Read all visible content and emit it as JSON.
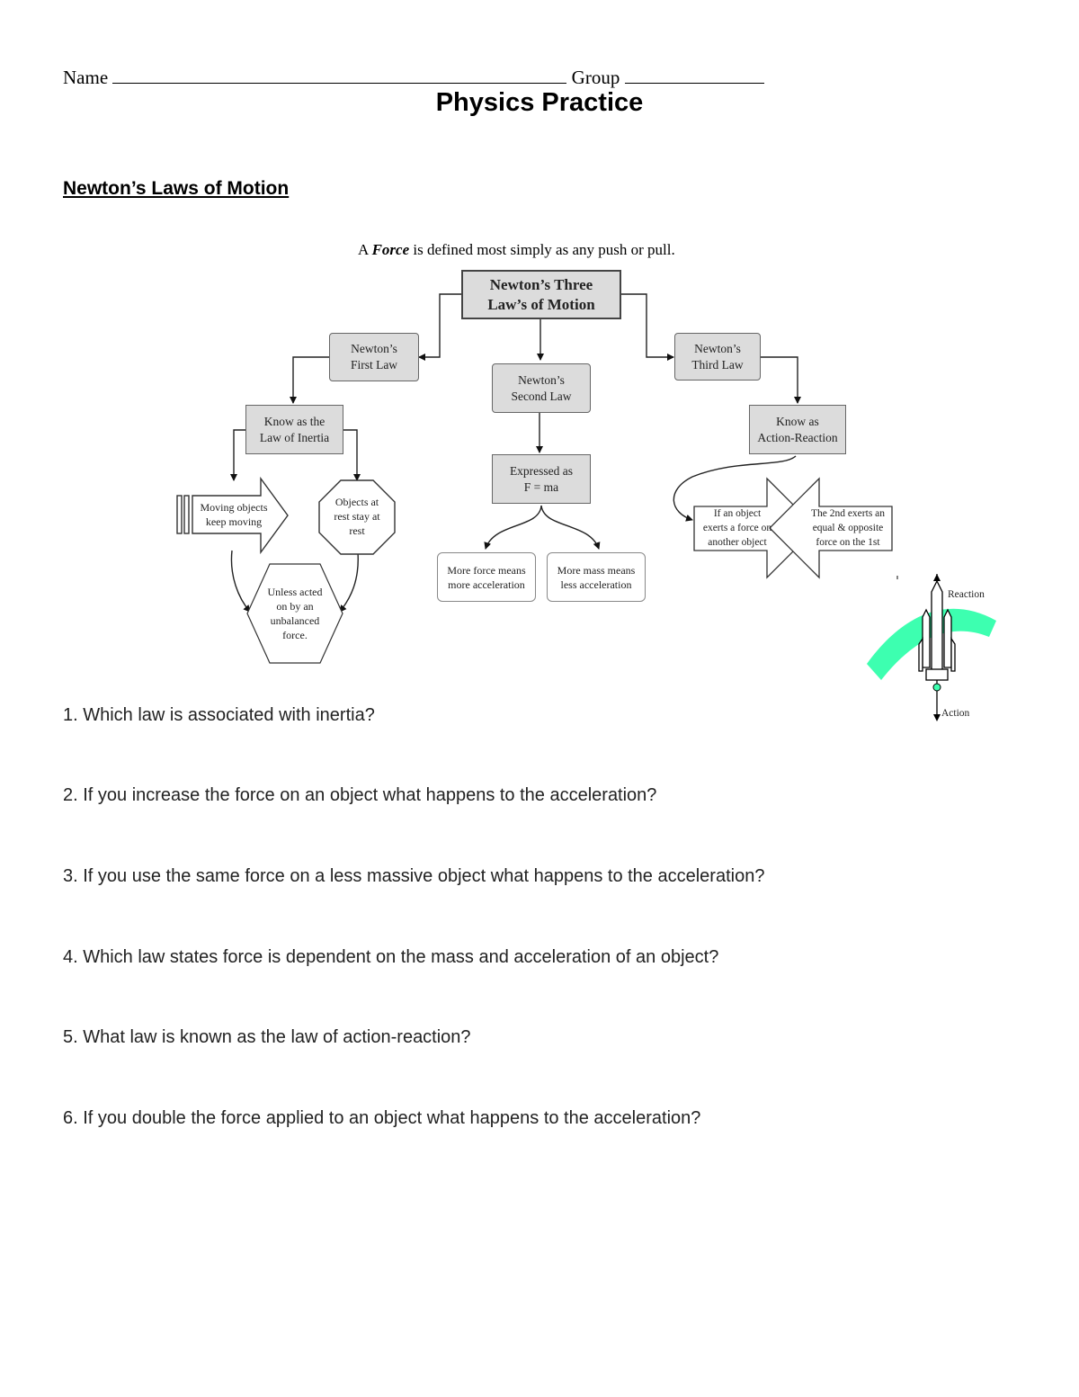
{
  "header": {
    "name_label": "Name",
    "group_label": "Group",
    "title": "Physics Practice"
  },
  "section_heading": "Newton’s Laws of Motion",
  "definition": {
    "prefix": "A",
    "term": "Force",
    "suffix": "is defined most simply as any push or pull."
  },
  "concept_map": {
    "main": [
      "Newton’s Three",
      "Law’s of Motion"
    ],
    "first_law": [
      "Newton’s",
      "First Law"
    ],
    "second_law": [
      "Newton’s",
      "Second Law"
    ],
    "third_law": [
      "Newton’s",
      "Third Law"
    ],
    "inertia": [
      "Know as the",
      "Law of Inertia"
    ],
    "moving": [
      "Moving objects",
      "keep moving"
    ],
    "rest": [
      "Objects at",
      "rest stay at",
      "rest"
    ],
    "unless": [
      "Unless acted",
      "on by an",
      "unbalanced",
      "force."
    ],
    "expressed": [
      "Expressed as",
      "F = ma"
    ],
    "more_force": [
      "More force means",
      "more acceleration"
    ],
    "more_mass": [
      "More mass means",
      "less acceleration"
    ],
    "action_reaction": [
      "Know as",
      "Action-Reaction"
    ],
    "if_object": [
      "If an object",
      "exerts a force on",
      "another object"
    ],
    "second_exerts": [
      "The 2nd exerts an",
      "equal & opposite",
      "force on the 1st"
    ]
  },
  "rocket": {
    "reaction_label": "Reaction",
    "action_label": "Action",
    "accent_color": "#3dffb0"
  },
  "questions": [
    "1. Which law is associated with inertia?",
    "2. If you increase the force on an object what happens to the acceleration?",
    "3. If you use the same force on a less massive object what happens to the acceleration?",
    "4. Which law states force is dependent on the mass and acceleration of an object?",
    "5. What law is known as the law of action-reaction?",
    "6. If you double the force applied to an object what happens to the acceleration?"
  ]
}
